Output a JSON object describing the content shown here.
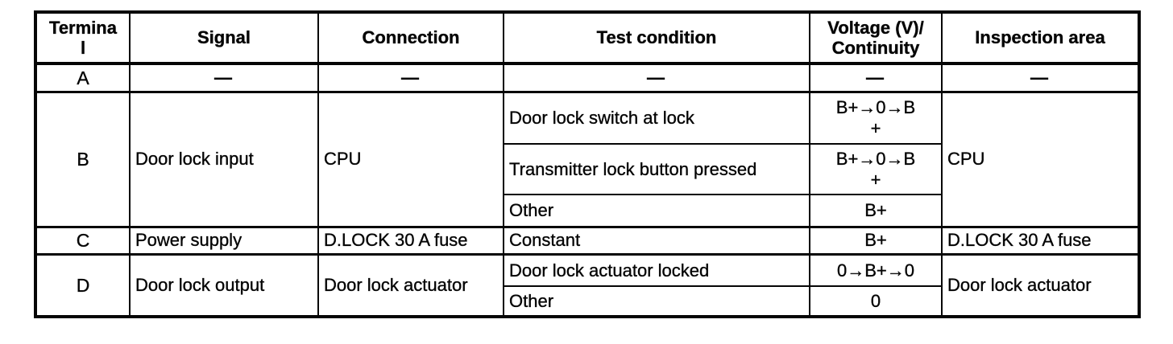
{
  "table": {
    "headers": {
      "terminal": "Terminal",
      "signal": "Signal",
      "connection": "Connection",
      "test_condition": "Test condition",
      "voltage": "Voltage (V)/ Continuity",
      "inspection_area": "Inspection area"
    },
    "rows": [
      {
        "terminal": "A",
        "signal": "—",
        "connection": "—",
        "conditions": [
          {
            "test_condition": "—",
            "voltage": "—"
          }
        ],
        "inspection_area": "—"
      },
      {
        "terminal": "B",
        "signal": "Door lock input",
        "connection": "CPU",
        "conditions": [
          {
            "test_condition": "Door lock switch at lock",
            "voltage": "B+→0→B+"
          },
          {
            "test_condition": "Transmitter lock button pressed",
            "voltage": "B+→0→B+"
          },
          {
            "test_condition": "Other",
            "voltage": "B+"
          }
        ],
        "inspection_area": "CPU"
      },
      {
        "terminal": "C",
        "signal": "Power supply",
        "connection": "D.LOCK 30 A fuse",
        "conditions": [
          {
            "test_condition": "Constant",
            "voltage": "B+"
          }
        ],
        "inspection_area": "D.LOCK 30 A fuse"
      },
      {
        "terminal": "D",
        "signal": "Door lock output",
        "connection": "Door lock actuator",
        "conditions": [
          {
            "test_condition": "Door lock actuator locked",
            "voltage": "0→B+→0"
          },
          {
            "test_condition": "Other",
            "voltage": "0"
          }
        ],
        "inspection_area": "Door lock actuator"
      }
    ]
  }
}
